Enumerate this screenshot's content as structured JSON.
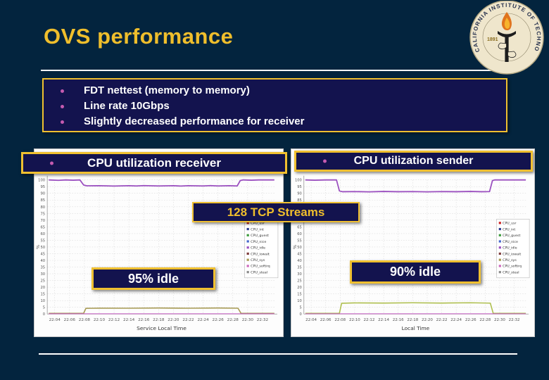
{
  "slide": {
    "title": "OVS performance",
    "background_color": "#03243E",
    "accent_gold": "#EFBE2C",
    "box_navy": "#13134E",
    "border_yellow": "#F0C030",
    "logo": {
      "ring_text": "CALIFORNIA INSTITUTE OF TECHNOLOGY",
      "year": "1891"
    },
    "bullets": [
      "FDT nettest (memory to memory)",
      "Line rate 10Gbps",
      "Slightly decreased performance for receiver"
    ],
    "callouts": {
      "receiver_header": "CPU utilization receiver",
      "sender_header": "CPU utilization sender",
      "streams": "128 TCP Streams",
      "receiver_idle": "95% idle",
      "sender_idle": "90% idle"
    }
  },
  "chart_data": [
    {
      "type": "line",
      "title": "CPU utilization receiver",
      "xlabel": "Service Local Time",
      "ylabel": "%",
      "ylim": [
        0,
        100
      ],
      "grid": true,
      "legend_position": "right-inside",
      "x_ticks": [
        "22:04",
        "22:06",
        "22:08",
        "22:10",
        "22:12",
        "22:14",
        "22:16",
        "22:18",
        "22:20",
        "22:22",
        "22:24",
        "22:26",
        "22:28",
        "22:30",
        "22:32"
      ],
      "y_ticks": [
        0,
        5,
        10,
        15,
        20,
        25,
        30,
        35,
        40,
        45,
        50,
        55,
        60,
        65,
        70,
        75,
        80,
        85,
        90,
        95,
        100
      ],
      "legend": [
        {
          "label": "CPU_usr",
          "color": "#cc2222"
        },
        {
          "label": "CPU_int",
          "color": "#2b3a8f"
        },
        {
          "label": "CPU_guest",
          "color": "#3a9a3a"
        },
        {
          "label": "CPU_nice",
          "color": "#4466cc"
        },
        {
          "label": "CPU_idle",
          "color": "#9b50c0"
        },
        {
          "label": "CPU_iowait",
          "color": "#7d3b3b"
        },
        {
          "label": "CPU_sys",
          "color": "#a89b55"
        },
        {
          "label": "CPU_softirq",
          "color": "#cc66bb"
        },
        {
          "label": "CPU_steal",
          "color": "#8a8a8a"
        }
      ],
      "series": [
        {
          "name": "CPU_idle",
          "color": "#9b50c0",
          "width": 1.8,
          "points": [
            [
              3.2,
              100
            ],
            [
              4.5,
              99.7
            ],
            [
              5.5,
              100
            ],
            [
              6.5,
              99.8
            ],
            [
              7.4,
              100
            ],
            [
              7.9,
              96.2
            ],
            [
              8.3,
              95.6
            ],
            [
              10,
              95.7
            ],
            [
              12,
              95.4
            ],
            [
              14,
              95.7
            ],
            [
              15,
              95.5
            ],
            [
              16,
              95.8
            ],
            [
              18,
              95.5
            ],
            [
              20,
              95.7
            ],
            [
              21,
              95.4
            ],
            [
              22,
              95.7
            ],
            [
              24,
              95.5
            ],
            [
              25,
              95.8
            ],
            [
              26,
              95.5
            ],
            [
              27.5,
              95.7
            ],
            [
              28.6,
              95.5
            ],
            [
              29,
              99.5
            ],
            [
              29.4,
              100
            ],
            [
              30.5,
              99.8
            ],
            [
              31.5,
              100
            ],
            [
              33.6,
              100
            ]
          ]
        },
        {
          "name": "CPU_sys",
          "color": "#a89b55",
          "width": 1.6,
          "points": [
            [
              3.2,
              0.5
            ],
            [
              7.9,
              0.5
            ],
            [
              8.2,
              4.2
            ],
            [
              10,
              4.4
            ],
            [
              14,
              4.3
            ],
            [
              18,
              4.5
            ],
            [
              22,
              4.3
            ],
            [
              26,
              4.5
            ],
            [
              28.7,
              4.3
            ],
            [
              29.1,
              0.5
            ],
            [
              33.6,
              0.5
            ]
          ]
        },
        {
          "name": "CPU_usr",
          "color": "#c45ac2",
          "width": 1.0,
          "points": [
            [
              3.2,
              0.2
            ],
            [
              33.6,
              0.2
            ]
          ]
        }
      ]
    },
    {
      "type": "line",
      "title": "CPU utilization sender",
      "xlabel": "Local Time",
      "ylabel": "%",
      "ylim": [
        0,
        100
      ],
      "grid": true,
      "legend_position": "right-inside",
      "x_ticks": [
        "22:04",
        "22:06",
        "22:08",
        "22:10",
        "22:12",
        "22:14",
        "22:16",
        "22:18",
        "22:20",
        "22:22",
        "22:24",
        "22:26",
        "22:28",
        "22:30",
        "22:32"
      ],
      "y_ticks": [
        0,
        5,
        10,
        15,
        20,
        25,
        30,
        35,
        40,
        45,
        50,
        55,
        60,
        65,
        70,
        75,
        80,
        85,
        90,
        95,
        100
      ],
      "legend": [
        {
          "label": "CPU_usr",
          "color": "#cc2222"
        },
        {
          "label": "CPU_int",
          "color": "#2b3a8f"
        },
        {
          "label": "CPU_guest",
          "color": "#3a9a3a"
        },
        {
          "label": "CPU_nice",
          "color": "#4466cc"
        },
        {
          "label": "CPU_idle",
          "color": "#9b50c0"
        },
        {
          "label": "CPU_iowait",
          "color": "#7d3b3b"
        },
        {
          "label": "CPU_sys",
          "color": "#a89b55"
        },
        {
          "label": "CPU_softirq",
          "color": "#cc66bb"
        },
        {
          "label": "CPU_steal",
          "color": "#8a8a8a"
        }
      ],
      "series": [
        {
          "name": "CPU_idle",
          "color": "#9b50c0",
          "width": 1.8,
          "points": [
            [
              3.2,
              100
            ],
            [
              4.5,
              99.8
            ],
            [
              6,
              100
            ],
            [
              7.5,
              100
            ],
            [
              7.9,
              91.8
            ],
            [
              8.3,
              91.2
            ],
            [
              10,
              91.3
            ],
            [
              12,
              91.1
            ],
            [
              14,
              91.4
            ],
            [
              16,
              91.2
            ],
            [
              18,
              91.3
            ],
            [
              20,
              91.1
            ],
            [
              22,
              91.3
            ],
            [
              24,
              91.2
            ],
            [
              26,
              91.4
            ],
            [
              27.5,
              91.2
            ],
            [
              28.6,
              91.3
            ],
            [
              29,
              99.5
            ],
            [
              29.3,
              100
            ],
            [
              31,
              100
            ],
            [
              33.6,
              100
            ]
          ]
        },
        {
          "name": "CPU_sys",
          "color": "#aebf4e",
          "width": 1.6,
          "points": [
            [
              3.2,
              0.5
            ],
            [
              7.9,
              0.5
            ],
            [
              8.2,
              8.0
            ],
            [
              10,
              8.3
            ],
            [
              14,
              8.2
            ],
            [
              18,
              8.4
            ],
            [
              22,
              8.2
            ],
            [
              26,
              8.4
            ],
            [
              28.7,
              8.1
            ],
            [
              29.1,
              0.5
            ],
            [
              33.6,
              0.5
            ]
          ]
        },
        {
          "name": "CPU_usr",
          "color": "#c45ac2",
          "width": 1.0,
          "points": [
            [
              3.2,
              0.2
            ],
            [
              33.6,
              0.2
            ]
          ]
        }
      ]
    }
  ]
}
